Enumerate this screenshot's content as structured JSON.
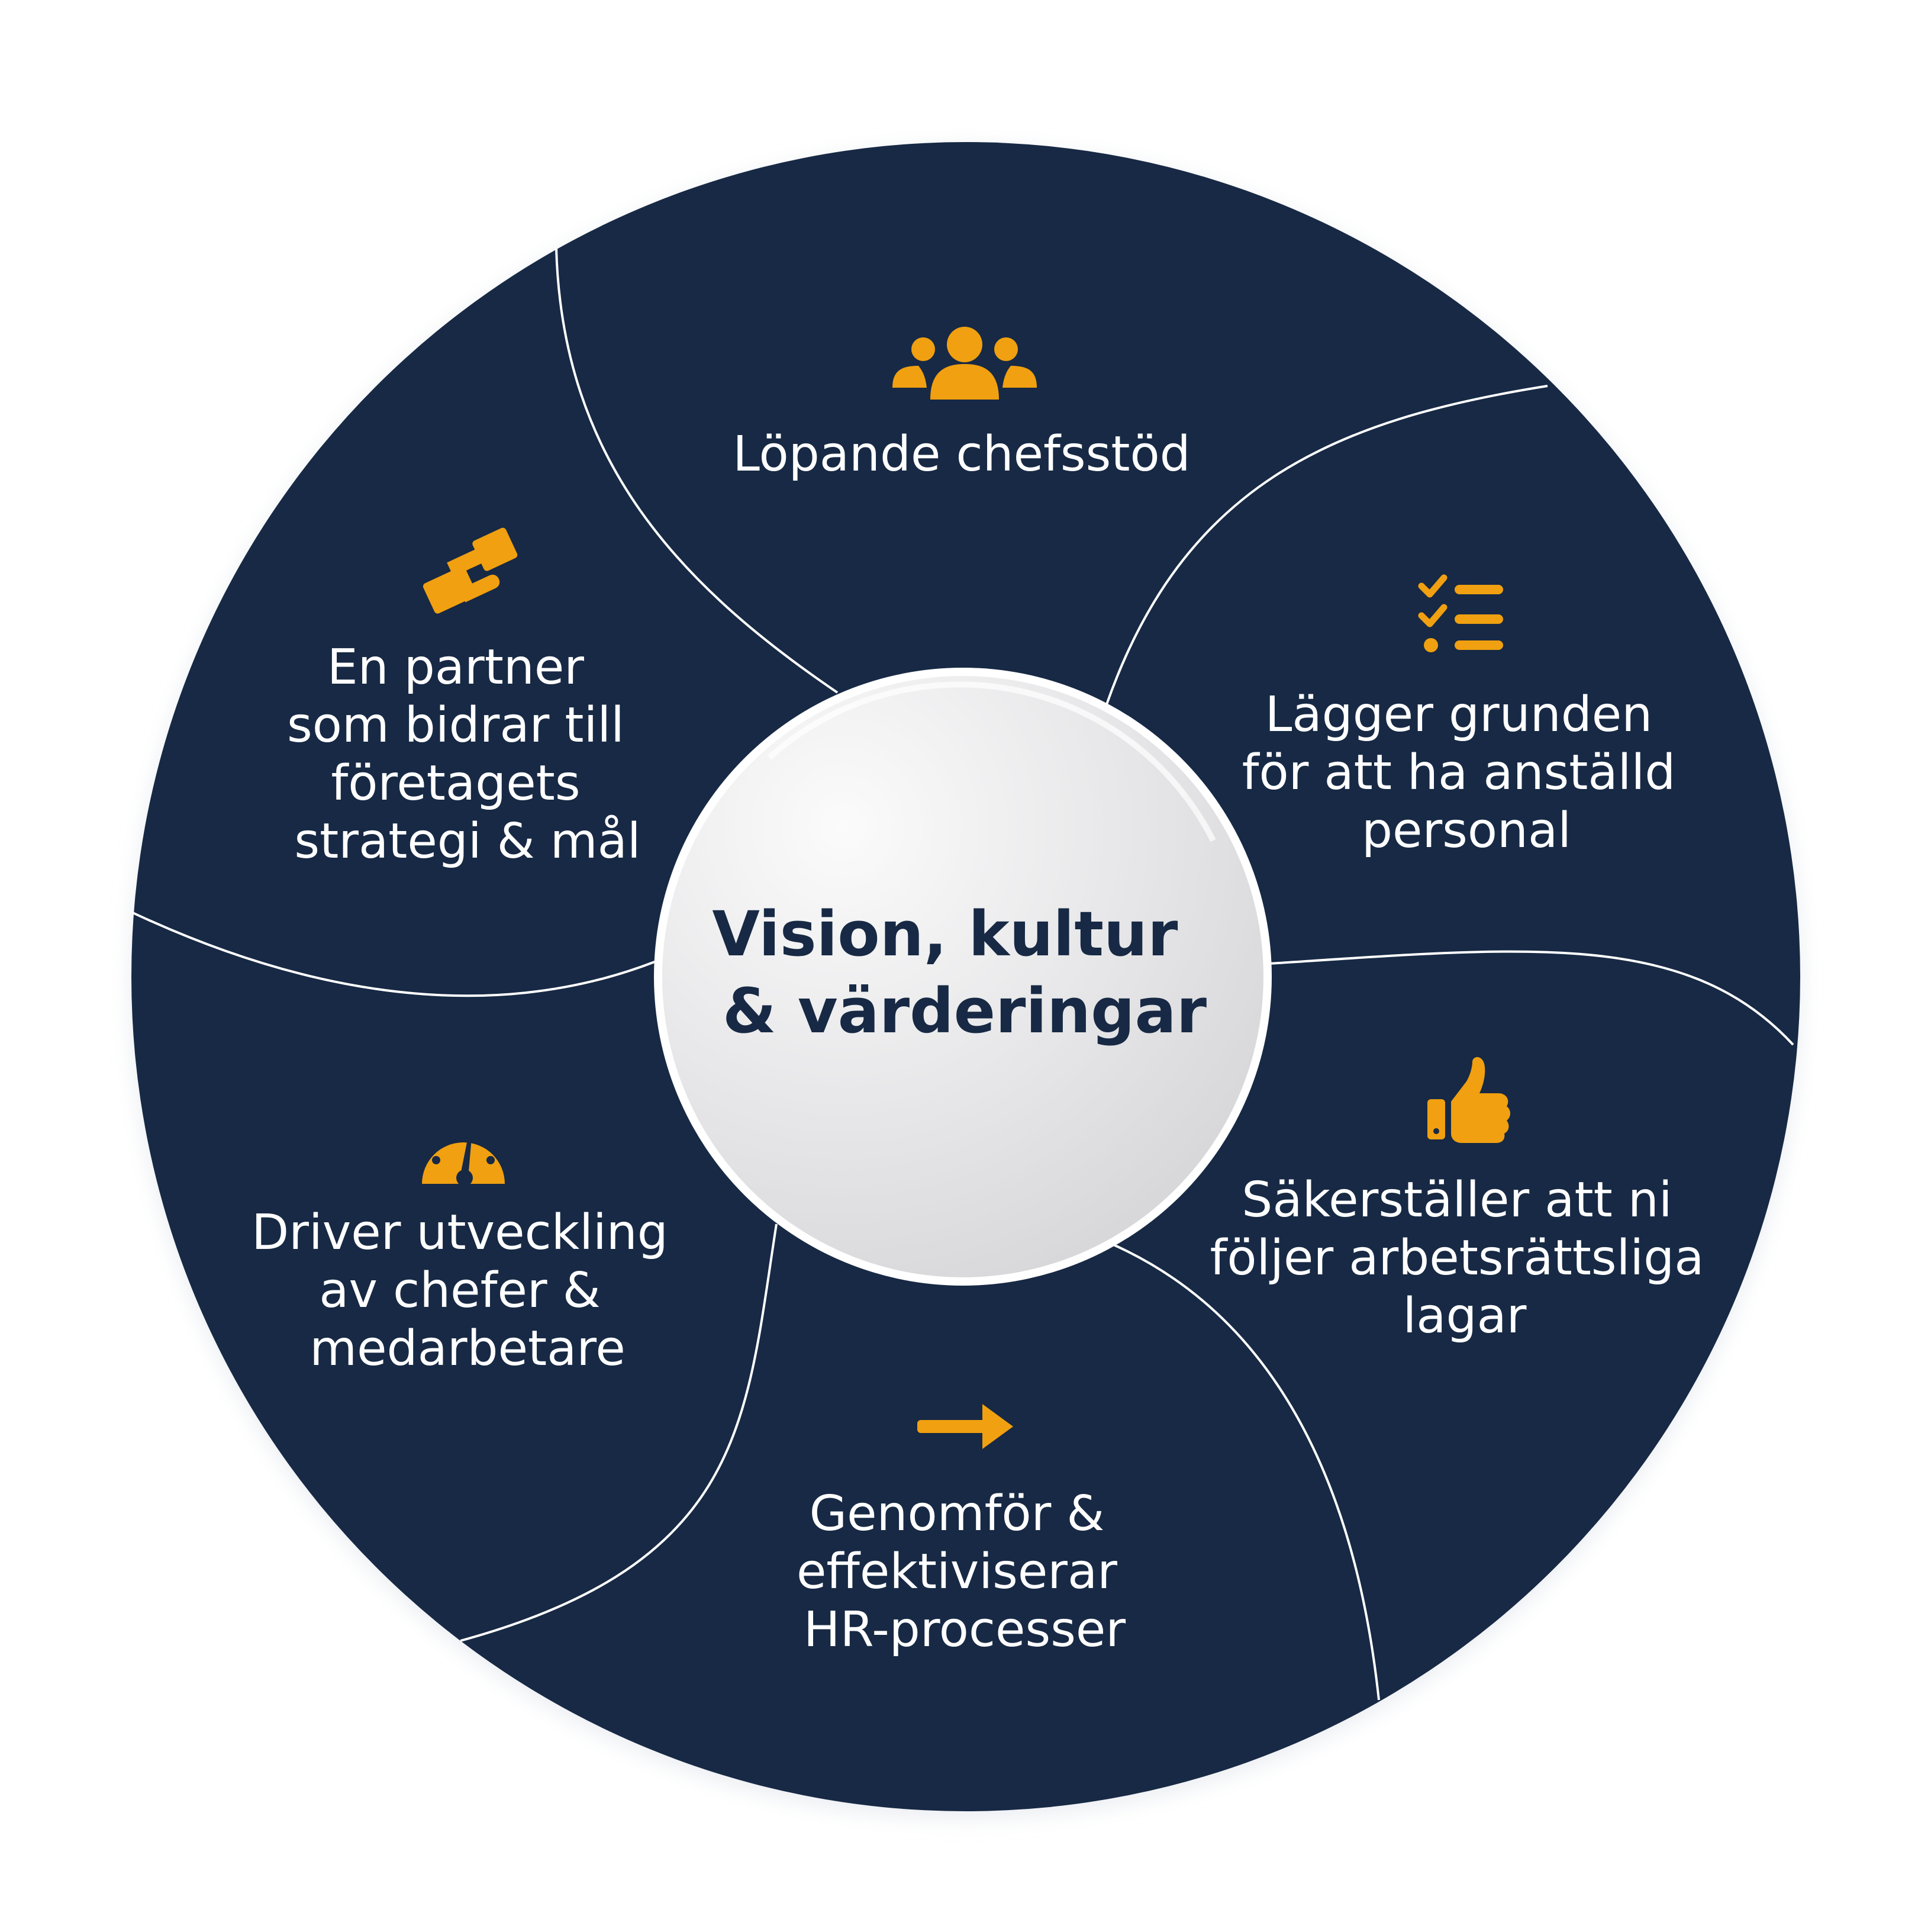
{
  "colors": {
    "background": "#ffffff",
    "wheel": "#172944",
    "divider": "#ffffff",
    "accent": "#f0a010",
    "center_fill_light": "#fbfbfb",
    "center_fill_dark": "#d4d4d6",
    "center_text": "#172944"
  },
  "center": {
    "lines": [
      "Vision, kultur",
      "& värderingar"
    ]
  },
  "segments": [
    {
      "icon": "people-group-icon",
      "lines": [
        "Löpande chefsstöd"
      ]
    },
    {
      "icon": "checklist-icon",
      "lines": [
        "Lägger grunden",
        "för att ha anställd",
        "personal"
      ]
    },
    {
      "icon": "thumbs-up-icon",
      "lines": [
        "Säkerställer att ni",
        "följer arbetsrättsliga",
        "lagar"
      ]
    },
    {
      "icon": "arrow-right-icon",
      "lines": [
        "Genomför &",
        "effektiviserar",
        "HR-processer"
      ]
    },
    {
      "icon": "speedometer-icon",
      "lines": [
        "Driver utveckling",
        "av chefer &",
        "medarbetare"
      ]
    },
    {
      "icon": "handshake-icon",
      "lines": [
        "En partner",
        "som bidrar till",
        "företagets",
        "strategi & mål"
      ]
    }
  ]
}
